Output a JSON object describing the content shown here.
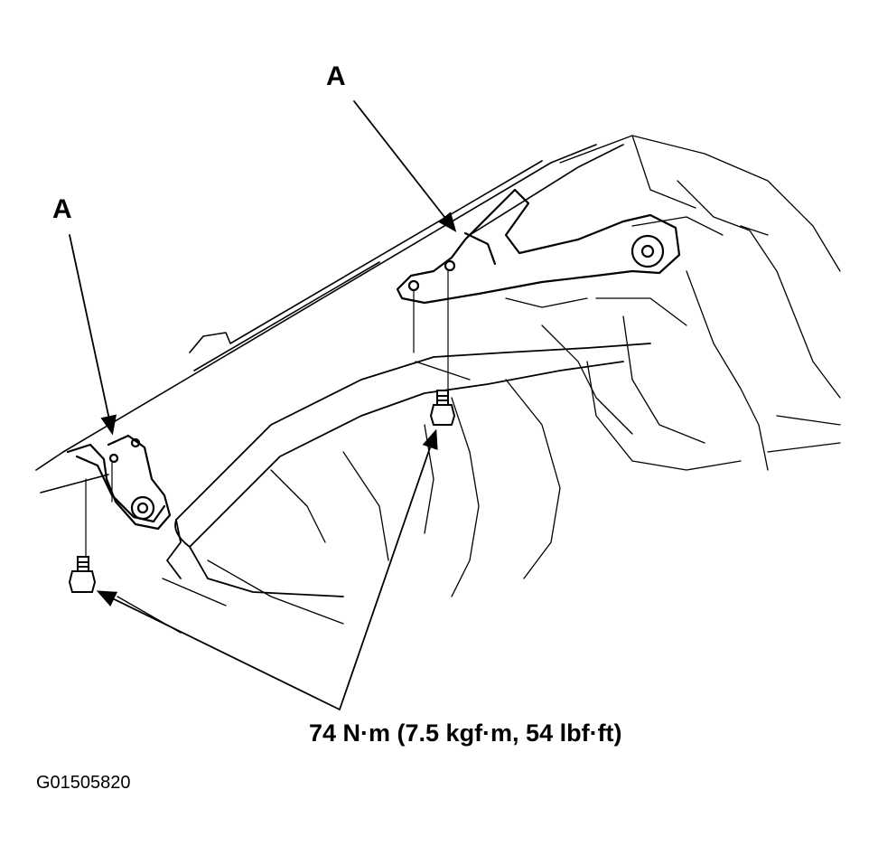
{
  "figure": {
    "callout_a_top": "A",
    "callout_a_left": "A",
    "torque_spec": "74 N·m (7.5 kgf·m, 54 lbf·ft)",
    "figure_id": "G01505820"
  },
  "colors": {
    "ink": "#000000",
    "paper": "#ffffff"
  }
}
